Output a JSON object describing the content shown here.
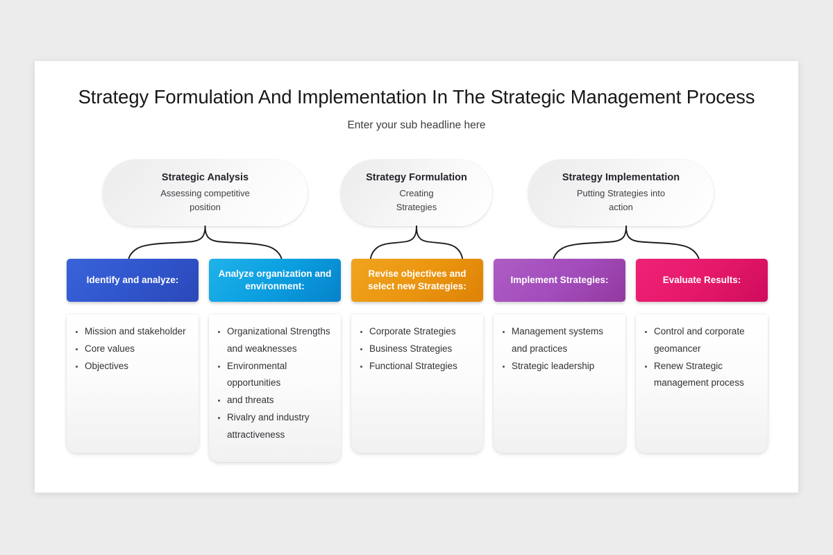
{
  "slide": {
    "title": "Strategy Formulation And Implementation In The Strategic Management Process",
    "subtitle": "Enter your sub headline here"
  },
  "stages": [
    {
      "id": "strategic-analysis",
      "title": "Strategic Analysis",
      "subtitle": "Assessing competitive position"
    },
    {
      "id": "strategy-formulation",
      "title": "Strategy Formulation",
      "subtitle": "Creating Strategies"
    },
    {
      "id": "strategy-implementation",
      "title": "Strategy Implementation",
      "subtitle": "Putting Strategies into action"
    }
  ],
  "columns": [
    {
      "id": "identify-and-analyze",
      "header": "Identify and analyze:",
      "color": "#3055cc",
      "color_end": "#2f4fc4",
      "bullets": [
        "Mission and stakeholder",
        "Core values",
        "Objectives"
      ]
    },
    {
      "id": "analyze-organization-and-environment",
      "header": "Analyze organization and environment:",
      "color": "#0b9ee0",
      "color_end": "#0a8fd2",
      "bullets": [
        "Organizational Strengths and weaknesses",
        "Environmental opportunities",
        "and threats",
        "Rivalry and industry attractiveness"
      ]
    },
    {
      "id": "revise-objectives-and-select-new-strategies",
      "header": "Revise objectives and select new Strategies:",
      "color": "#eb9510",
      "color_end": "#e08a0c",
      "bullets": [
        "Corporate Strategies",
        "Business Strategies",
        "Functional Strategies"
      ]
    },
    {
      "id": "implement-strategies",
      "header": "Implement Strategies:",
      "color": "#a34cbc",
      "color_end": "#9b46b6",
      "bullets": [
        "Management systems and practices",
        "Strategic leadership"
      ]
    },
    {
      "id": "evaluate-results",
      "header": "Evaluate Results:",
      "color": "#e5186a",
      "color_end": "#dd1363",
      "bullets": [
        "Control and corporate geomancer",
        "Renew Strategic management process"
      ]
    }
  ],
  "connectors": [
    {
      "id": "brace-strategic-analysis",
      "arrows": 2
    },
    {
      "id": "brace-strategy-formulation",
      "arrows": 2
    },
    {
      "id": "brace-strategy-implementation",
      "arrows": 2
    }
  ]
}
